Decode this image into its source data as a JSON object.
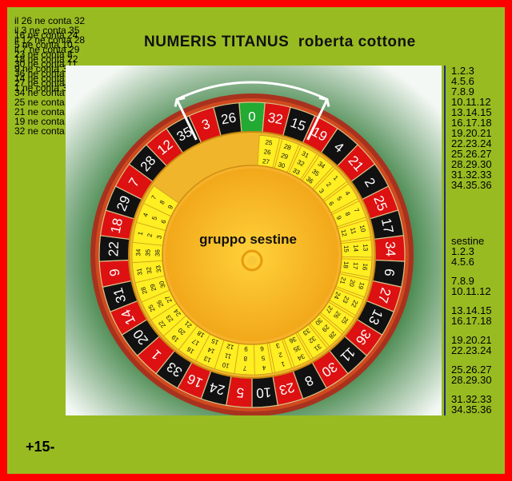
{
  "title": "NUMERIS TITANUS  roberta cottone",
  "page_number": "+15-",
  "left_list_a": [
    "il 26 ne conta 32",
    "il 3 ne conta 35",
    "il 12 ne conta 28",
    "il 7 ne conta 29",
    "18 ne conta 22",
    "9 ne conta 31",
    "14 ne conta 20",
    "1 ne conta 33"
  ],
  "left_list_b": [
    "16 ne conta 24",
    "5 ne conta 10",
    "23 ne conta 8",
    "30 ne conta 11",
    "36 ne conta 13",
    "27 ne conta 6",
    "34 ne conta 17",
    "25 ne conta 2",
    "21 ne conta 4",
    "19 ne conta 15",
    "32 ne conta 26"
  ],
  "right_top": [
    "1.2.3",
    "4.5.6",
    "7.8.9",
    "10.11.12",
    "13.14.15",
    "16.17.18",
    "19.20.21",
    "22.23.24",
    "25.26.27",
    "28.29.30",
    "31.32.33",
    "34.35.36"
  ],
  "right_bottom": {
    "heading": "sestine",
    "pairs": [
      [
        "1.2.3",
        "4.5.6"
      ],
      [
        "7.8.9",
        "10.11.12"
      ],
      [
        "13.14.15",
        "16.17.18"
      ],
      [
        "19.20.21",
        "22.23.24"
      ],
      [
        "25.26.27",
        "28.29.30"
      ],
      [
        "31.32.33",
        "34.35.36"
      ]
    ]
  },
  "wheel": {
    "center_label": "gruppo sestine",
    "numbers": [
      0,
      32,
      15,
      19,
      4,
      21,
      2,
      25,
      17,
      34,
      6,
      27,
      13,
      36,
      11,
      30,
      8,
      23,
      10,
      5,
      24,
      16,
      33,
      1,
      20,
      14,
      31,
      9,
      22,
      18,
      29,
      7,
      28,
      12,
      35,
      3,
      26
    ],
    "red_numbers": [
      1,
      3,
      5,
      7,
      9,
      12,
      14,
      16,
      18,
      19,
      21,
      23,
      25,
      27,
      30,
      32,
      34,
      36
    ],
    "inner_sestine": [
      "25 26 27",
      "28 29 30",
      "31 32 33",
      "34 35 36",
      "1 2 3",
      "4 5 6",
      "7 8 9",
      "10 11 12",
      "13 14 15",
      "16 17 18",
      "19 20 21",
      "22 23 24",
      "25 26 27",
      "28 29 30",
      "31 32 33",
      "34 35 36",
      "1 2 3",
      "4 5 6",
      "7 8 9",
      "10 11 12",
      "13 14 15",
      "16 17 18",
      "19 20 21",
      "22 23 24",
      "25 26 27",
      "28 29 30",
      "31 32 33",
      "34 35 36",
      "1 2 3",
      "4 5 6",
      "7 8 9"
    ],
    "colors": {
      "red": "#dd1111",
      "black": "#111111",
      "green": "#22aa33",
      "gold": "#f7c21b",
      "wood": "#a8321e",
      "felt": "#1a6b22"
    }
  }
}
